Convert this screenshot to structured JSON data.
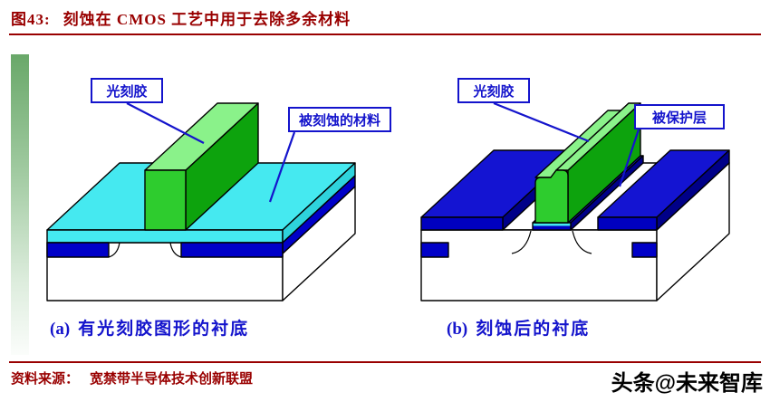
{
  "header": {
    "figure_no": "图43:",
    "title": "刻蚀在 CMOS 工艺中用于去除多余材料"
  },
  "diagram": {
    "panel_a": {
      "photoresist_label": "光刻胶",
      "material_label": "被刻蚀的材料",
      "caption_marker": "(a)",
      "caption_text": "有光刻胶图形的衬底"
    },
    "panel_b": {
      "photoresist_label": "光刻胶",
      "protected_label": "被保护层",
      "caption_marker": "(b)",
      "caption_text": "刻蚀后的衬底"
    },
    "colors": {
      "label_blue": "#1414cc",
      "material_cyan": "#45e9f0",
      "material_blue": "#0000c8",
      "photoresist_green": "#2ecc2e",
      "substrate_white": "#ffffff",
      "accent_maroon": "#990000"
    }
  },
  "footer": {
    "source_label": "资料来源：",
    "source_value": "宽禁带半导体技术创新联盟",
    "watermark": "头条@未来智库"
  }
}
